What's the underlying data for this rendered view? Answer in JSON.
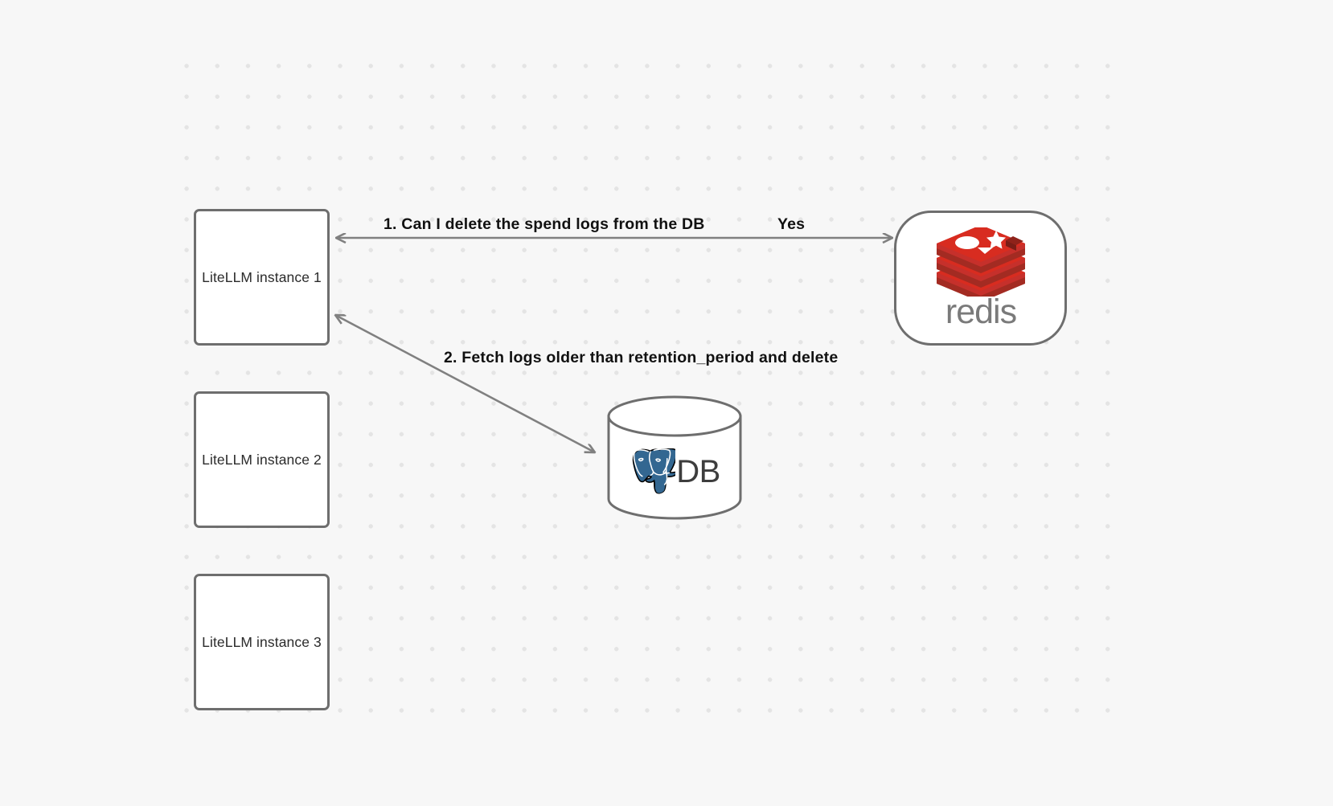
{
  "diagram": {
    "background_color": "#f7f7f7",
    "grid": {
      "dot_color": "#e4e4e4",
      "spacing": 38
    },
    "nodes": [
      {
        "id": "litellm-1",
        "label": "LiteLLM instance 1",
        "shape": "rounded-rect"
      },
      {
        "id": "litellm-2",
        "label": "LiteLLM instance 2",
        "shape": "rounded-rect"
      },
      {
        "id": "litellm-3",
        "label": "LiteLLM instance 3",
        "shape": "rounded-rect"
      },
      {
        "id": "redis",
        "label": "redis",
        "shape": "stadium"
      },
      {
        "id": "db",
        "label": "DB",
        "shape": "cylinder"
      }
    ],
    "edges": [
      {
        "id": "edge-1",
        "from": "redis",
        "to": "litellm-1",
        "label": "1.  Can I delete the spend logs from the DB",
        "secondary_label": "Yes",
        "direction": "bidirectional"
      },
      {
        "id": "edge-2",
        "from": "db",
        "to": "litellm-1",
        "label": "2.  Fetch logs older than retention_period and delete",
        "direction": "bidirectional"
      }
    ],
    "colors": {
      "node_border": "#6e6e6e",
      "node_fill": "#ffffff",
      "node_text": "#2b2b2b",
      "edge_stroke": "#808080",
      "edge_label_text": "#111111",
      "redis_red": "#c6302b",
      "redis_red_light": "#d82c20",
      "redis_word_gray": "#7a7a7a",
      "postgres_blue": "#336791",
      "db_text": "#3d3d3d"
    },
    "icons": {
      "redis": "redis-stacked-logo-icon",
      "postgres": "postgresql-elephant-icon",
      "database": "database-cylinder-icon"
    }
  }
}
